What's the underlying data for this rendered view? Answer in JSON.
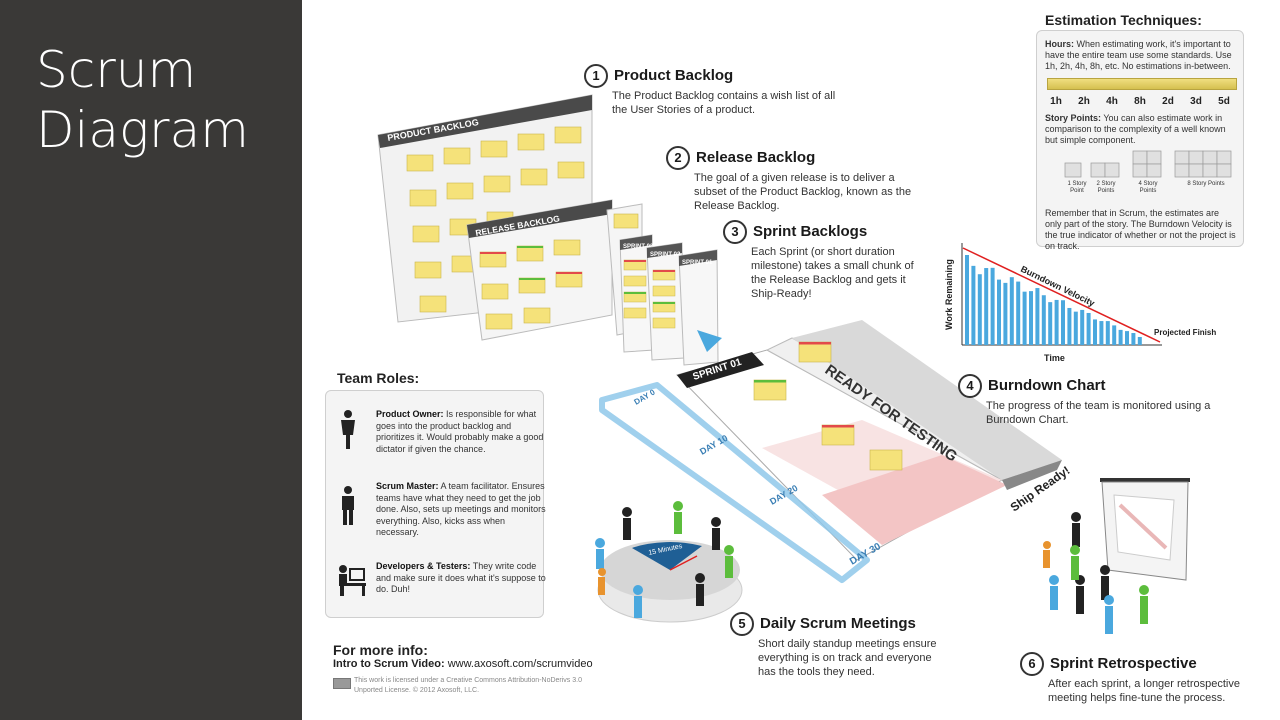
{
  "slide": {
    "title_line1": "Scrum",
    "title_line2": "Diagram"
  },
  "sections": [
    {
      "num": "1",
      "title": "Product Backlog",
      "body": "The Product Backlog contains a wish list of all the User Stories of a product."
    },
    {
      "num": "2",
      "title": "Release Backlog",
      "body": "The goal of a given release is to deliver a subset of the Product Backlog, known as the Release Backlog."
    },
    {
      "num": "3",
      "title": "Sprint Backlogs",
      "body": "Each Sprint (or short duration milestone) takes a small chunk of the Release Backlog and gets it Ship-Ready!"
    },
    {
      "num": "4",
      "title": "Burndown Chart",
      "body": "The progress of the team is monitored using a Burndown Chart."
    },
    {
      "num": "5",
      "title": "Daily Scrum Meetings",
      "body": "Short daily standup meetings ensure everything is on track and everyone has the tools they need."
    },
    {
      "num": "6",
      "title": "Sprint Retrospective",
      "body": "After each sprint, a longer retrospective meeting helps fine-tune the process."
    }
  ],
  "boards": {
    "product_backlog": "PRODUCT BACKLOG",
    "release_backlog": "RELEASE BACKLOG",
    "sprint_tabs": [
      "SPRINT 03",
      "SPRINT 02",
      "SPRINT 01"
    ],
    "sprint_board": "SPRINT 01",
    "ready_for_testing": "READY FOR TESTING",
    "days": [
      "DAY 0",
      "DAY 10",
      "DAY 20",
      "DAY 30"
    ],
    "ship_ready": "Ship Ready!",
    "timer": "15 Minutes"
  },
  "burndown": {
    "ylabel": "Work Remaining",
    "xlabel": "Time",
    "velocity_label": "Burndown Velocity",
    "projected_label": "Projected Finish"
  },
  "estimation": {
    "title": "Estimation Techniques:",
    "hours_label": "Hours:",
    "hours_text": "When estimating work, it's important to have the entire team use some standards. Use 1h, 2h, 4h, 8h, etc. No estimations in-between.",
    "scale": [
      "1h",
      "2h",
      "4h",
      "8h",
      "2d",
      "3d",
      "5d"
    ],
    "points_label": "Story Points:",
    "points_text": "You can also estimate work in comparison to the complexity of a well known but simple component.",
    "point_labels": [
      "1 Story Point",
      "2 Story Points",
      "4 Story Points",
      "8 Story Points"
    ],
    "footer_text": "Remember that in Scrum, the estimates are only part of the story. The Burndown Velocity is the true indicator of whether or not the project is on track."
  },
  "team_roles": {
    "title": "Team Roles:",
    "roles": [
      {
        "name": "Product Owner:",
        "desc": "Is responsible for what goes into the product backlog and prioritizes it. Would probably make a good dictator if given the chance."
      },
      {
        "name": "Scrum Master:",
        "desc": "A team facilitator. Ensures teams have what they need to get the job done. Also, sets up meetings and monitors everything. Also, kicks ass when necessary."
      },
      {
        "name": "Developers & Testers:",
        "desc": "They write code and make sure it does what it's suppose to do. Duh!"
      }
    ]
  },
  "more_info": {
    "title": "For more info:",
    "link_label": "Intro to Scrum Video:",
    "link_url": "www.axosoft.com/scrumvideo",
    "license": "This work is licensed under a Creative Commons Attribution-NoDerivs 3.0 Unported License. © 2012 Axosoft, LLC."
  },
  "colors": {
    "panel": "#3a3937",
    "blue": "#4aa8de",
    "sticky": "#f5e27a",
    "red_line": "#e02020"
  }
}
